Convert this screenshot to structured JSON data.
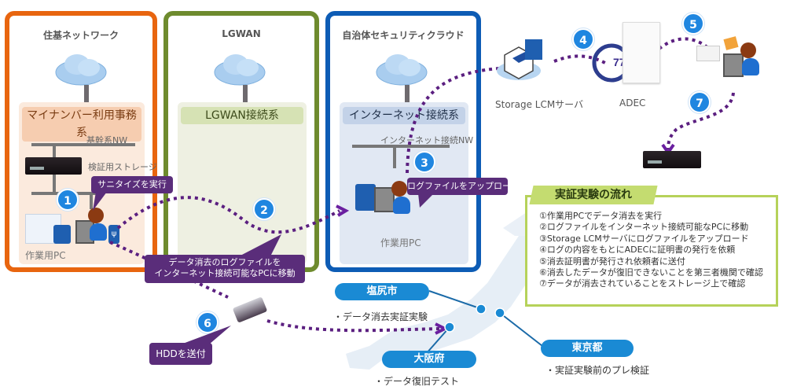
{
  "zones": {
    "juki": {
      "title": "住基ネットワーク",
      "system_label": "マイナンバー利用事務系",
      "nw_label": "基幹系NW",
      "storage_label": "検証用ストレージ",
      "pc_label": "作業用PC",
      "color": "#e8650f"
    },
    "lgwan": {
      "title": "LGWAN",
      "system_label": "LGWAN接続系",
      "color": "#6e8b2e"
    },
    "cloud": {
      "title": "自治体セキュリティクラウド",
      "system_label": "インターネット接続系",
      "nw_label": "インターネット接続NW",
      "pc_label": "作業用PC",
      "color": "#0d5cb5"
    }
  },
  "steps": [
    {
      "number": "1",
      "callout": "サニタイズを実行"
    },
    {
      "number": "2",
      "callout_lines": [
        "データ消去のログファイルを",
        "インターネット接続可能なPCに移動"
      ]
    },
    {
      "number": "3",
      "callout": "ログファイルをアップロード"
    },
    {
      "number": "4"
    },
    {
      "number": "5"
    },
    {
      "number": "6",
      "callout": "HDDを送付"
    },
    {
      "number": "7"
    }
  ],
  "nodes": {
    "storage_lcm_label": "Storage LCMサーバ",
    "adec_label": "ADEC"
  },
  "flow": {
    "title": "実証実験の流れ",
    "items": [
      "①作業用PCでデータ消去を実行",
      "②ログファイルをインターネット接続可能なPCに移動",
      "③Storage LCMサーバにログファイルをアップロード",
      "④ログの内容をもとにADECに証明書の発行を依頼",
      "⑤消去証明書が発行され依頼者に送付",
      "⑥消去したデータが復旧できないことを第三者機関で確認",
      "⑦データが消去されていることをストレージ上で確認"
    ]
  },
  "sites": [
    {
      "name": "塩尻市",
      "note": "・データ消去実証実験"
    },
    {
      "name": "大阪府",
      "note": "・データ復旧テスト"
    },
    {
      "name": "東京都",
      "note": "・実証実験前のプレ検証"
    }
  ],
  "colors": {
    "step_badge": "#1f86e0",
    "callout": "#5a2d7a",
    "flow_path": "#5b1f80",
    "site_pill": "#1a8ad4",
    "flow_box_border": "#b6d25a"
  }
}
